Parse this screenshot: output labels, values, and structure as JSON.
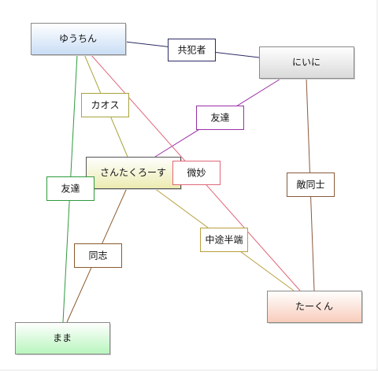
{
  "nodes": [
    {
      "id": "yuuchan",
      "label": "ゆうちん",
      "fill_top": "#ffffff",
      "fill_bottom": "#c9ddf5",
      "border": "#8a8a8a"
    },
    {
      "id": "niini",
      "label": "にいに",
      "fill_top": "#ffffff",
      "fill_bottom": "#d9d9d9",
      "border": "#8a8a8a"
    },
    {
      "id": "santa",
      "label": "さんたくろーす",
      "fill_top": "#ffffff",
      "fill_bottom": "#ecebb0",
      "border": "#555555"
    },
    {
      "id": "mama",
      "label": "まま",
      "fill_top": "#ffffff",
      "fill_bottom": "#b8f5bd",
      "border": "#8a8a8a"
    },
    {
      "id": "takun",
      "label": "たーくん",
      "fill_top": "#ffffff",
      "fill_bottom": "#f8ccbb",
      "border": "#8a8a8a"
    }
  ],
  "edges": [
    {
      "id": "kyouhansha",
      "from": "yuuchan",
      "to": "niini",
      "label": "共犯者",
      "color": "#2b2b66"
    },
    {
      "id": "tomodachi-1",
      "from": "niini",
      "to": "santa",
      "label": "友達",
      "color": "#9a2fa6"
    },
    {
      "id": "kaosu",
      "from": "yuuchan",
      "to": "santa",
      "label": "カオス",
      "color": "#a8a33c"
    },
    {
      "id": "bimyou",
      "from": "yuuchan",
      "to": "takun",
      "label": "微妙",
      "color": "#e0667a"
    },
    {
      "id": "tomodachi-2",
      "from": "yuuchan",
      "to": "mama",
      "label": "友達",
      "color": "#2e9a3e"
    },
    {
      "id": "tekidoushi",
      "from": "niini",
      "to": "takun",
      "label": "敵同士",
      "color": "#8a5a3c"
    },
    {
      "id": "doushi",
      "from": "santa",
      "to": "mama",
      "label": "同志",
      "color": "#8a5a2c"
    },
    {
      "id": "chuutohanpa",
      "from": "santa",
      "to": "takun",
      "label": "中途半端",
      "color": "#b8a040"
    }
  ]
}
